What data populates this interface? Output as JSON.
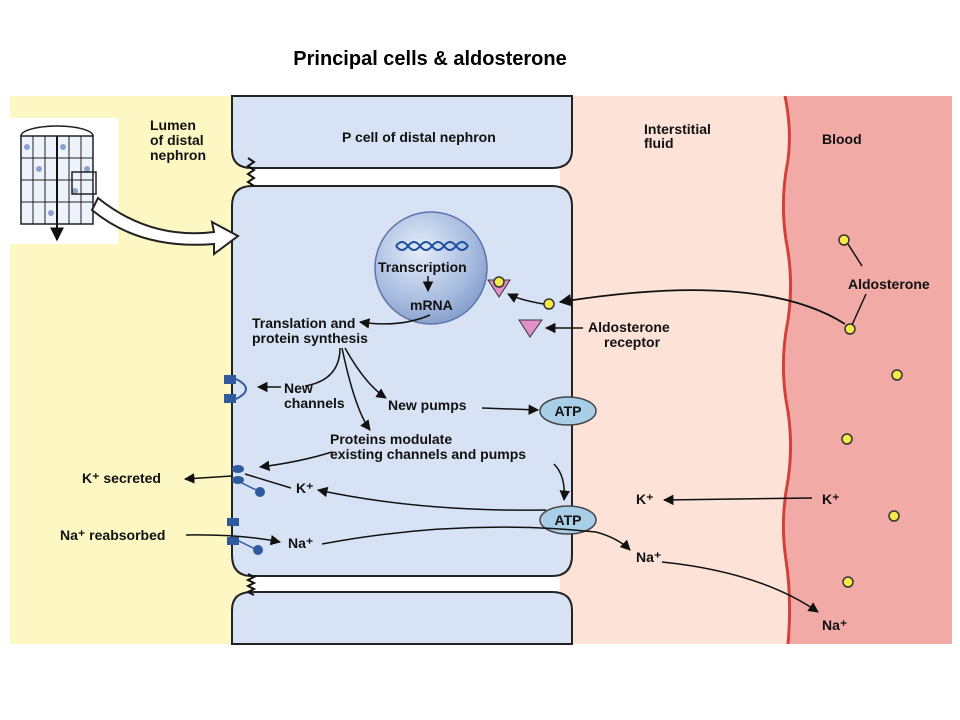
{
  "title": "Principal cells & aldosterone",
  "regions": {
    "lumen": "Lumen\nof distal\nnephron",
    "cell": "P cell of distal nephron",
    "interstitial": "Interstitial\nfluid",
    "blood": "Blood"
  },
  "nucleus": {
    "transcription": "Transcription",
    "mrna": "mRNA"
  },
  "labels": {
    "translation": "Translation and\nprotein synthesis",
    "new_channels": "New\nchannels",
    "new_pumps": "New pumps",
    "modulate": "Proteins modulate\nexisting channels and pumps",
    "aldosterone": "Aldosterone",
    "receptor": "Aldosterone\nreceptor",
    "atp": "ATP"
  },
  "ions": {
    "k_secreted": "K⁺ secreted",
    "na_reabsorbed": "Na⁺ reabsorbed",
    "k_cell": "K⁺",
    "na_cell": "Na⁺",
    "k_interstitial": "K⁺",
    "na_interstitial": "Na⁺",
    "k_blood": "K⁺",
    "na_blood": "Na⁺"
  },
  "colors": {
    "lumen": "#fdf8c3",
    "cell": "#d7e2f4",
    "interstitial": "#fde2d8",
    "blood": "#f2aaa7",
    "hormone": "#f3ea4a",
    "receptor": "#e090c8",
    "pump": "#a9cfe8",
    "channel": "#2f5a9e"
  }
}
